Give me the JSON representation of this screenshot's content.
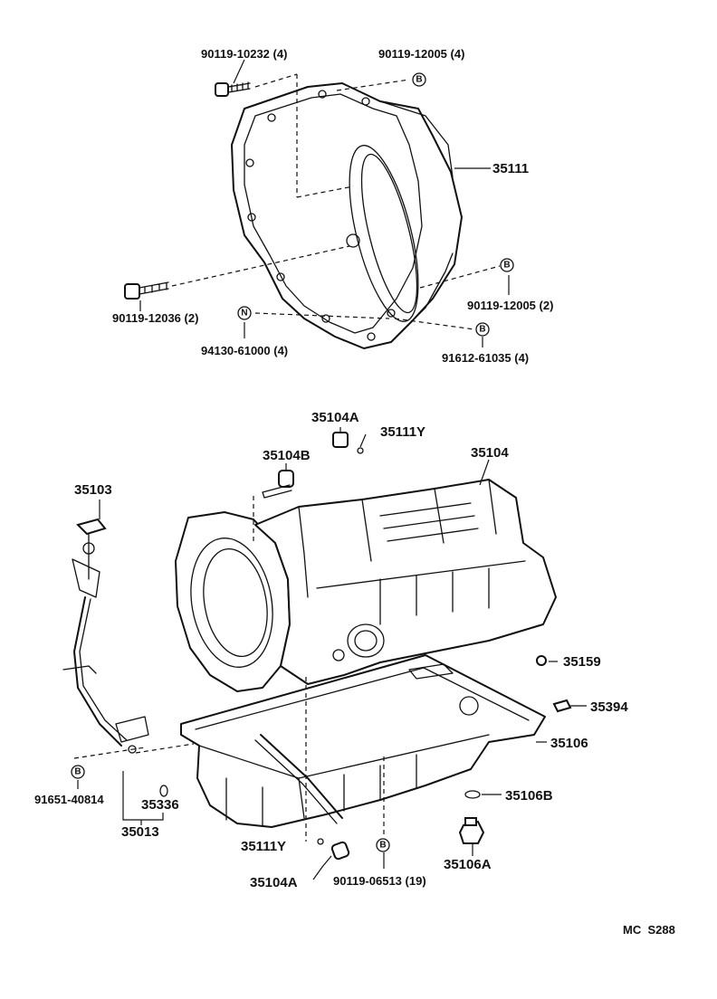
{
  "labels": {
    "p1": "90119-10232 (4)",
    "p2": "90119-12005 (4)",
    "p3": "35111",
    "p4": "90119-12036 (2)",
    "p5": "90119-12005 (2)",
    "p6": "94130-61000 (4)",
    "p7": "91612-61035 (4)",
    "p8": "35104A",
    "p9": "35111Y",
    "p10": "35104B",
    "p11": "35104",
    "p12": "35103",
    "p13": "35159",
    "p14": "35394",
    "p15": "35106",
    "p16": "91651-40814",
    "p17": "35336",
    "p18": "35013",
    "p19": "35106B",
    "p20": "35111Y",
    "p21": "35104A",
    "p22": "90119-06513 (19)",
    "p23": "35106A",
    "footer": "MC  S288"
  },
  "markers": {
    "b": "B",
    "n": "N"
  }
}
